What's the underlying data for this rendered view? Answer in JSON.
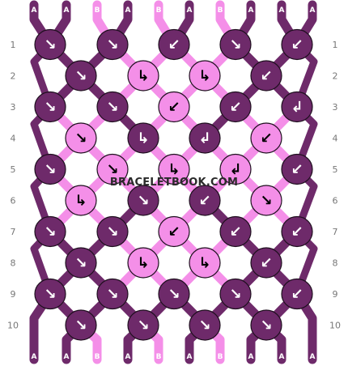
{
  "watermark": "BRACELETBOOK.COM",
  "colors": {
    "A": "#6e2a6a",
    "B": "#f48fe8",
    "knot_outline": "#1e0f1e",
    "arrow_on_dark": "#ffffff",
    "arrow_on_light": "#000000",
    "row_number": "#777777"
  },
  "strings_top": [
    "A",
    "A",
    "B",
    "A",
    "B",
    "A",
    "B",
    "A",
    "A",
    "A"
  ],
  "strings_bottom": [
    "A",
    "A",
    "B",
    "A",
    "B",
    "A",
    "B",
    "A",
    "A",
    "A"
  ],
  "row_numbers": [
    "1",
    "2",
    "3",
    "4",
    "5",
    "6",
    "7",
    "8",
    "9",
    "10"
  ],
  "knots": [
    [
      {
        "color": "A",
        "dir": "↘"
      },
      {
        "color": "A",
        "dir": "↘"
      },
      {
        "color": "A",
        "dir": "↙"
      },
      {
        "color": "A",
        "dir": "↘"
      },
      {
        "color": "A",
        "dir": "↙"
      }
    ],
    [
      {
        "color": "A",
        "dir": "↘"
      },
      {
        "color": "B",
        "dir": "↳"
      },
      {
        "color": "B",
        "dir": "↳"
      },
      {
        "color": "A",
        "dir": "↙"
      }
    ],
    [
      {
        "color": "A",
        "dir": "↘"
      },
      {
        "color": "A",
        "dir": "↘"
      },
      {
        "color": "B",
        "dir": "↙"
      },
      {
        "color": "A",
        "dir": "↙"
      },
      {
        "color": "A",
        "dir": "↲"
      }
    ],
    [
      {
        "color": "B",
        "dir": "↘"
      },
      {
        "color": "A",
        "dir": "↳"
      },
      {
        "color": "A",
        "dir": "↲"
      },
      {
        "color": "B",
        "dir": "↙"
      }
    ],
    [
      {
        "color": "A",
        "dir": "↘"
      },
      {
        "color": "B",
        "dir": "↘"
      },
      {
        "color": "B",
        "dir": "↳"
      },
      {
        "color": "B",
        "dir": "↲"
      },
      {
        "color": "A",
        "dir": "↙"
      }
    ],
    [
      {
        "color": "B",
        "dir": "↳"
      },
      {
        "color": "A",
        "dir": "↘"
      },
      {
        "color": "A",
        "dir": "↙"
      },
      {
        "color": "B",
        "dir": "↘"
      }
    ],
    [
      {
        "color": "A",
        "dir": "↘"
      },
      {
        "color": "A",
        "dir": "↘"
      },
      {
        "color": "B",
        "dir": "↙"
      },
      {
        "color": "A",
        "dir": "↙"
      },
      {
        "color": "A",
        "dir": "↙"
      }
    ],
    [
      {
        "color": "A",
        "dir": "↘"
      },
      {
        "color": "B",
        "dir": "↳"
      },
      {
        "color": "B",
        "dir": "↳"
      },
      {
        "color": "A",
        "dir": "↙"
      }
    ],
    [
      {
        "color": "A",
        "dir": "↘"
      },
      {
        "color": "A",
        "dir": "↘"
      },
      {
        "color": "A",
        "dir": "↘"
      },
      {
        "color": "A",
        "dir": "↘"
      },
      {
        "color": "A",
        "dir": "↙"
      }
    ],
    [
      {
        "color": "A",
        "dir": "↘"
      },
      {
        "color": "A",
        "dir": "↘"
      },
      {
        "color": "A",
        "dir": "↘"
      },
      {
        "color": "A",
        "dir": "↘"
      }
    ]
  ]
}
